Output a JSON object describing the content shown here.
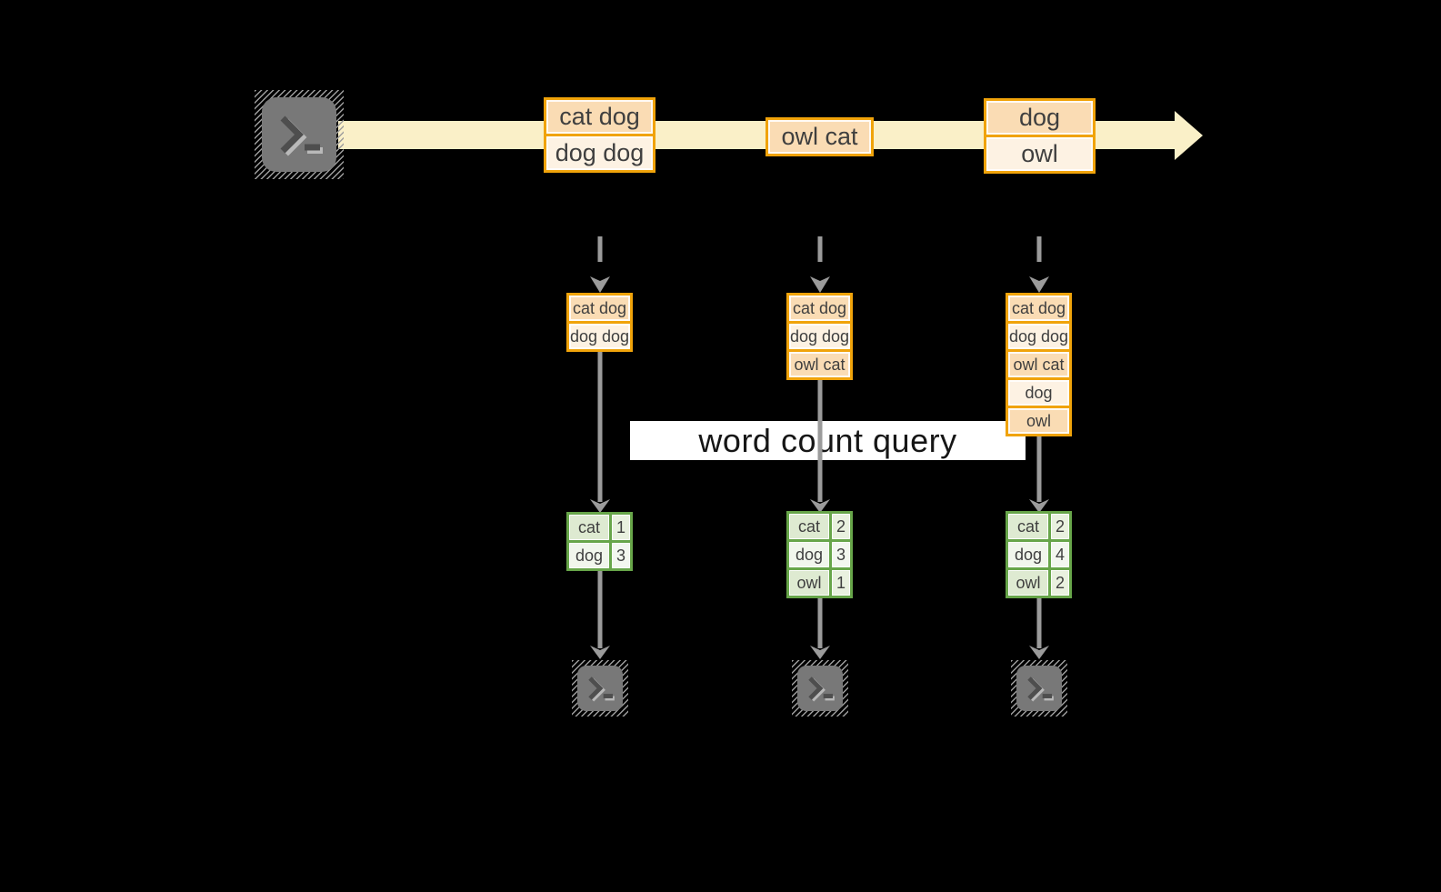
{
  "colors": {
    "stream_band": "#FAF0C8",
    "message_border": "#F0A30A",
    "message_cell_dark": "#FADCB4",
    "message_cell_light": "#FDF2E3",
    "table_border": "#67A549",
    "table_cell_dark": "#DEEAD1",
    "table_cell_light": "#F1F6EC",
    "arrow_gray": "#9B9B9B",
    "terminal_gray": "#787878",
    "query_label_bg": "#FFFFFF",
    "background": "#000000"
  },
  "icons": {
    "source": "terminal-icon",
    "sink": "terminal-icon",
    "glyph": ">_"
  },
  "stream": {
    "messages": [
      {
        "lines": [
          "cat dog",
          "dog dog"
        ]
      },
      {
        "lines": [
          "owl cat"
        ]
      },
      {
        "lines": [
          "dog",
          "owl"
        ]
      }
    ]
  },
  "query": {
    "label": "word count query"
  },
  "columns": [
    {
      "state": [
        "cat dog",
        "dog dog"
      ],
      "counts": [
        [
          "cat",
          "1"
        ],
        [
          "dog",
          "3"
        ]
      ]
    },
    {
      "state": [
        "cat dog",
        "dog dog",
        "owl cat"
      ],
      "counts": [
        [
          "cat",
          "2"
        ],
        [
          "dog",
          "3"
        ],
        [
          "owl",
          "1"
        ]
      ]
    },
    {
      "state": [
        "cat dog",
        "dog dog",
        "owl cat",
        "dog",
        "owl"
      ],
      "counts": [
        [
          "cat",
          "2"
        ],
        [
          "dog",
          "4"
        ],
        [
          "owl",
          "2"
        ]
      ]
    }
  ]
}
